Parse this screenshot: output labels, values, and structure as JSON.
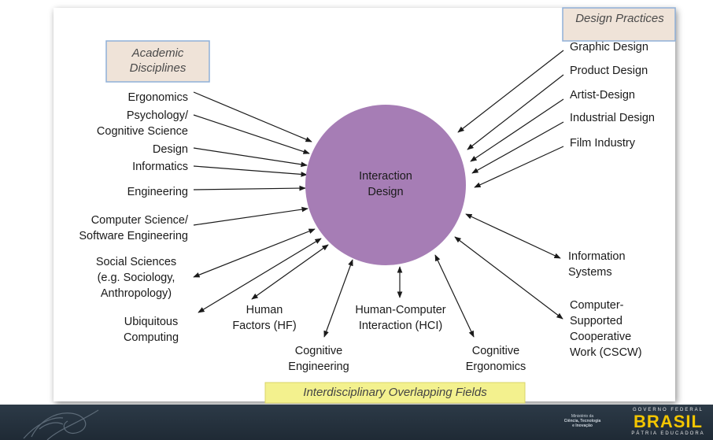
{
  "academic_box": {
    "line1": "Academic",
    "line2": "Disciplines"
  },
  "design_box": {
    "label": "Design Practices"
  },
  "fields_box": {
    "label": "Interdisciplinary Overlapping Fields"
  },
  "center": {
    "line1": "Interaction",
    "line2": "Design"
  },
  "left_labels": {
    "ergonomics": "Ergonomics",
    "psych1": "Psychology/",
    "psych2": "Cognitive Science",
    "design": "Design",
    "informatics": "Informatics",
    "engineering": "Engineering",
    "cs1": "Computer Science/",
    "cs2": "Software Engineering",
    "social1": "Social Sciences",
    "social2": "(e.g. Sociology,",
    "social3": "Anthropology)",
    "ubi1": "Ubiquitous",
    "ubi2": "Computing"
  },
  "right_labels": {
    "graphic": "Graphic Design",
    "product": "Product Design",
    "artist": "Artist-Design",
    "industrial": "Industrial Design",
    "film": "Film Industry",
    "is1": "Information",
    "is2": "Systems",
    "cscw1": "Computer-",
    "cscw2": "Supported",
    "cscw3": "Cooperative",
    "cscw4": "Work (CSCW)"
  },
  "bottom_labels": {
    "hf1": "Human",
    "hf2": "Factors (HF)",
    "ce1": "Cognitive",
    "ce2": "Engineering",
    "hci1": "Human-Computer",
    "hci2": "Interaction (HCI)",
    "cerg1": "Cognitive",
    "cerg2": "Ergonomics"
  },
  "footer": {
    "ministry1": "Ministério da",
    "ministry2": "Ciência, Tecnologia",
    "ministry3": "e Inovação",
    "brasil_top": "GOVERNO FEDERAL",
    "brasil_word": "BRASIL",
    "brasil_bottom": "PÁTRIA EDUCADORA"
  },
  "colors": {
    "circle": "#a67db5",
    "academic_box_fill": "#efe3d8",
    "design_box_fill": "#efe3d8",
    "box_border": "#8fb0d8",
    "fields_box_fill": "#f3f18e",
    "footer_bg": "#26323e"
  }
}
